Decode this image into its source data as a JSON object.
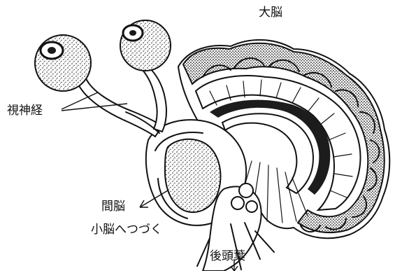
{
  "labels": {
    "cerebrum": "大脳",
    "optic_nerve": "視神経",
    "diencephalon": "間脳",
    "to_cerebellum": "小脳へつづく",
    "occipital_lobe": "後頭葉"
  }
}
